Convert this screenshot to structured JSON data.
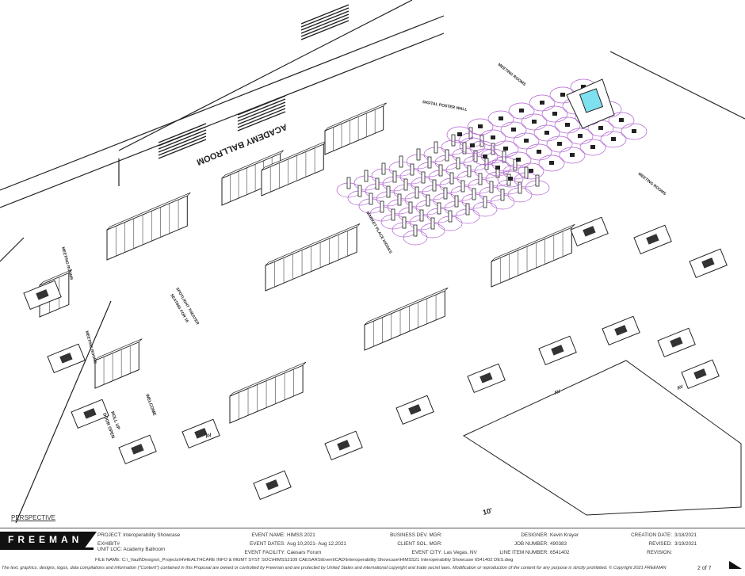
{
  "drawing": {
    "labels": {
      "ballroom": "ACADEMY BALLROOM",
      "poster_wall": "DIGITAL POSTER WALL",
      "meeting_rooms": "MEETING ROOMS",
      "kiosks": "MARKET PLACE KIOSKS",
      "theater_line1": "SPOTLIGHT THEATER",
      "theater_line2": "SEATING FOR 16",
      "welcome": "WELCOME",
      "rollup_line1": "ROLL UP",
      "rollup_line2": "DOOR OPEN",
      "av": "AV",
      "dimension": "10'",
      "view": "PERSPECTIVE"
    },
    "colors": {
      "lines": "#222222",
      "kiosk_zone": "#b060d0",
      "screen": "#7fe0f0"
    }
  },
  "title_block": {
    "brand": "FREEMAN",
    "project_label": "PROJECT:",
    "project": "Interoperability Showcase",
    "exhibit_label": "EXHIBIT#",
    "exhibit": "",
    "unit_label": "UNIT LOC:",
    "unit": "Academy Ballroom",
    "event_name_label": "EVENT NAME:",
    "event_name": "HIMSS 2021",
    "event_dates_label": "EVENT DATES:",
    "event_dates": "Aug 10,2021- Aug 12,2021",
    "facility_label": "EVENT FACILITY:",
    "facility": "Caesars Forum",
    "bdm_label": "BUSINESS DEV. MGR:",
    "bdm": "",
    "csm_label": "CLIENT SOL. MGR:",
    "csm": "",
    "city_label": "EVENT CITY:",
    "city": "Las Vegas, NV",
    "designer_label": "DESIGNER:",
    "designer": "Kevin Krayer",
    "job_label": "JOB NUMBER:",
    "job": "490383",
    "line_item_label": "LINE ITEM NUMBER:",
    "line_item": "6541402",
    "created_label": "CREATION DATE:",
    "created": "3/18/2021",
    "revised_label": "REVISED:",
    "revised": "3/19/2021",
    "revision_label": "REVISION:",
    "revision": "",
    "file_label": "FILE NAME:",
    "file": "C:\\_Vault\\Designs\\_Projects\\H\\HEALTHCARE INFO & MGMT SYST SOC\\HIMSS2109 CAESARS\\Event\\CAD\\Interoperability Showcase\\HIMSS21 Interoperability Showcase 6541402 DES.dwg",
    "disclaimer": "The text, graphics, designs, logos, data compilations and information (\"Content\") contained in this Proposal are owned or controlled by Freeman and are protected by United States and international copyright and trade secret laws. Modification or reproduction of the content for any purpose is strictly prohibited. © Copyright 2021 FREEMAN",
    "page": "2 of 7"
  }
}
